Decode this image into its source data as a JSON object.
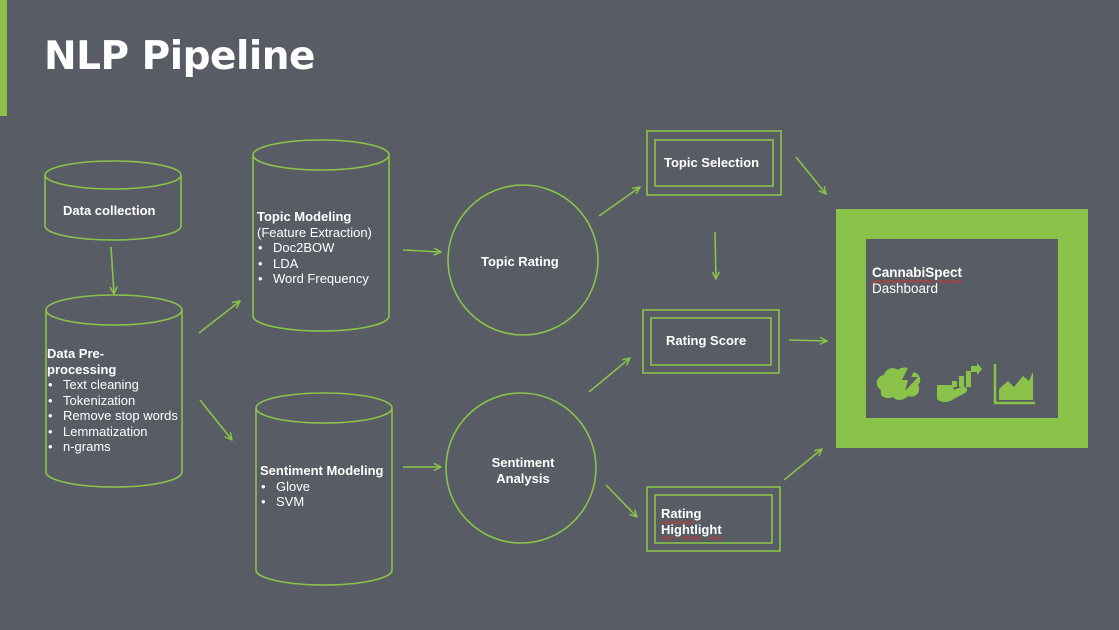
{
  "slide": {
    "title": "NLP Pipeline"
  },
  "colors": {
    "background": "#585c64",
    "accent": "#8bc34a",
    "text": "#ffffff"
  },
  "nodes": {
    "data_collection": {
      "label": "Data collection"
    },
    "preprocessing": {
      "title": "Data Pre-processing",
      "items": [
        "Text cleaning",
        "Tokenization",
        "Remove stop words",
        "Lemmatization",
        "n-grams"
      ]
    },
    "topic_modeling": {
      "title": "Topic Modeling",
      "subtitle": "(Feature Extraction)",
      "items": [
        "Doc2BOW",
        "LDA",
        "Word Frequency"
      ]
    },
    "sentiment_modeling": {
      "title": "Sentiment Modeling",
      "items": [
        "Glove",
        "SVM"
      ]
    },
    "topic_rating": {
      "label": "Topic Rating"
    },
    "sentiment_analysis": {
      "label": "Sentiment Analysis"
    },
    "topic_selection": {
      "label": "Topic Selection"
    },
    "rating_score": {
      "label": "Rating Score"
    },
    "rating_highlight": {
      "label": "Rating Hightlight"
    },
    "dashboard": {
      "name": "CannabiSpect",
      "subtitle": "Dashboard",
      "icons": [
        "brain-lightning-icon",
        "hand-growth-chart-icon",
        "area-chart-icon"
      ]
    }
  }
}
